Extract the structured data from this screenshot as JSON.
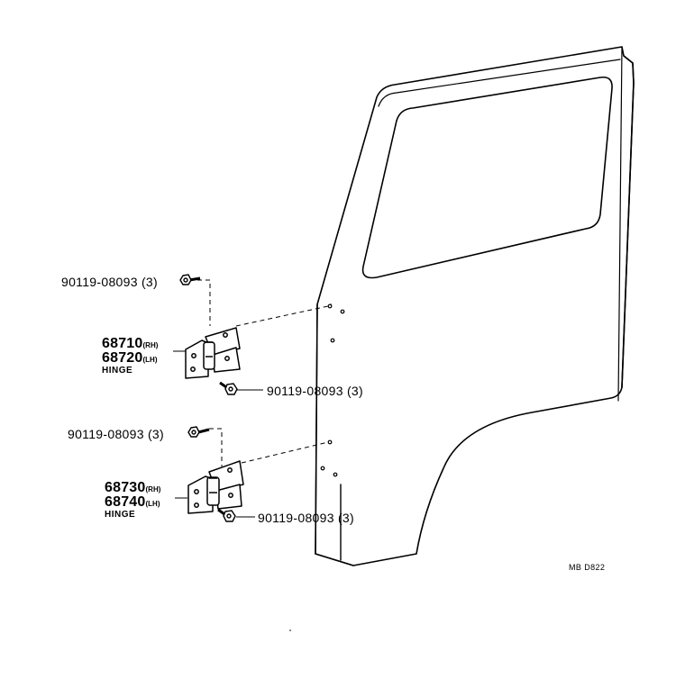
{
  "diagram": {
    "callouts": {
      "upper_bolt_top": "90119-08093 (3)",
      "upper_bolt_bottom": "90119-08093 (3)",
      "lower_bolt_top": "90119-08093 (3)",
      "lower_bolt_bottom": "90119-08093 (3)"
    },
    "upper_hinge": {
      "part_rh": "68710",
      "rh_suffix": "(RH)",
      "part_lh": "68720",
      "lh_suffix": "(LH)",
      "name": "HINGE"
    },
    "lower_hinge": {
      "part_rh": "68730",
      "rh_suffix": "(RH)",
      "part_lh": "68740",
      "lh_suffix": "(LH)",
      "name": "HINGE"
    },
    "figure_code": "MB D822"
  }
}
